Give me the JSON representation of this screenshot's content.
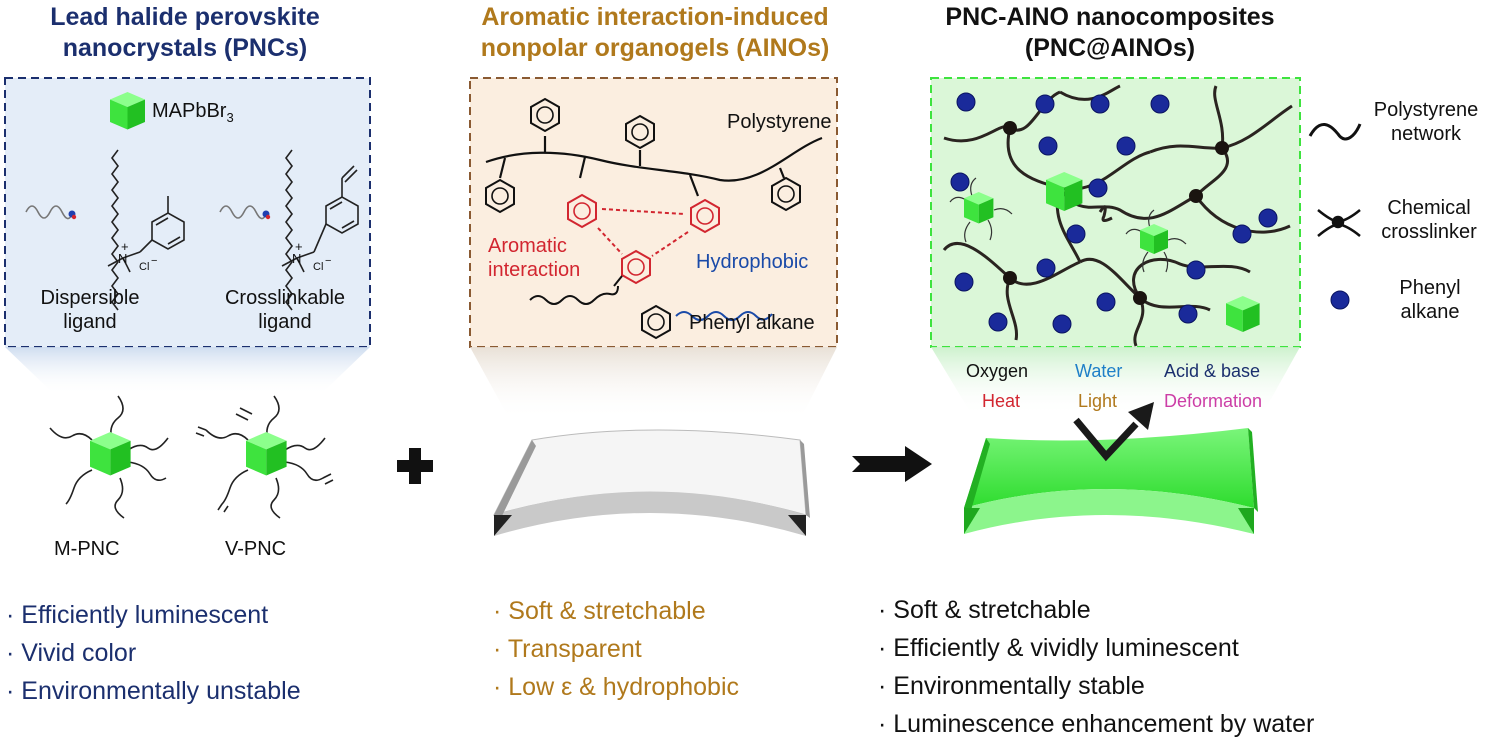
{
  "colors": {
    "navy": "#1b2f6e",
    "gold": "#b0791c",
    "red": "#d22630",
    "blue": "#1a4aa8",
    "green": "#3ee33e",
    "sky": "#1e7fc8",
    "magenta": "#cc3ea6"
  },
  "left": {
    "title_line1": "Lead halide perovskite",
    "title_line2": "nanocrystals (PNCs)",
    "legend_label": "MAPbBr",
    "legend_sub": "3",
    "dispersible_line1": "Dispersible",
    "dispersible_line2": "ligand",
    "crosslinkable_line1": "Crosslinkable",
    "crosslinkable_line2": "ligand",
    "ion_plus": "+",
    "ion_n": "N",
    "ion_cl": "Cl",
    "ion_minus": "−",
    "m_pnc": "M-PNC",
    "v_pnc": "V-PNC",
    "bullets": [
      "· Efficiently luminescent",
      "· Vivid color",
      "· Environmentally unstable"
    ]
  },
  "middle": {
    "title_line1": "Aromatic interaction-induced",
    "title_line2": "nonpolar organogels (AINOs)",
    "polystyrene": "Polystyrene",
    "aromatic_line1": "Aromatic",
    "aromatic_line2": "interaction",
    "hydrophobic": "Hydrophobic",
    "phenyl_alkane": "Phenyl alkane",
    "bullets": [
      "· Soft & stretchable",
      "· Transparent",
      "· Low ε & hydrophobic"
    ]
  },
  "right": {
    "title_line1": "PNC-AINO nanocomposites",
    "title_line2": "(PNC@AINOs)",
    "legend": {
      "network_line1": "Polystyrene",
      "network_line2": "network",
      "crosslinker_line1": "Chemical",
      "crosslinker_line2": "crosslinker",
      "phenyl_line1": "Phenyl",
      "phenyl_line2": "alkane"
    },
    "stimuli": {
      "oxygen": "Oxygen",
      "water": "Water",
      "acid_base": "Acid & base",
      "heat": "Heat",
      "light": "Light",
      "deformation": "Deformation"
    },
    "bullets": [
      "· Soft & stretchable",
      "· Efficiently & vividly luminescent",
      "· Environmentally stable",
      "· Luminescence enhancement by water"
    ]
  }
}
